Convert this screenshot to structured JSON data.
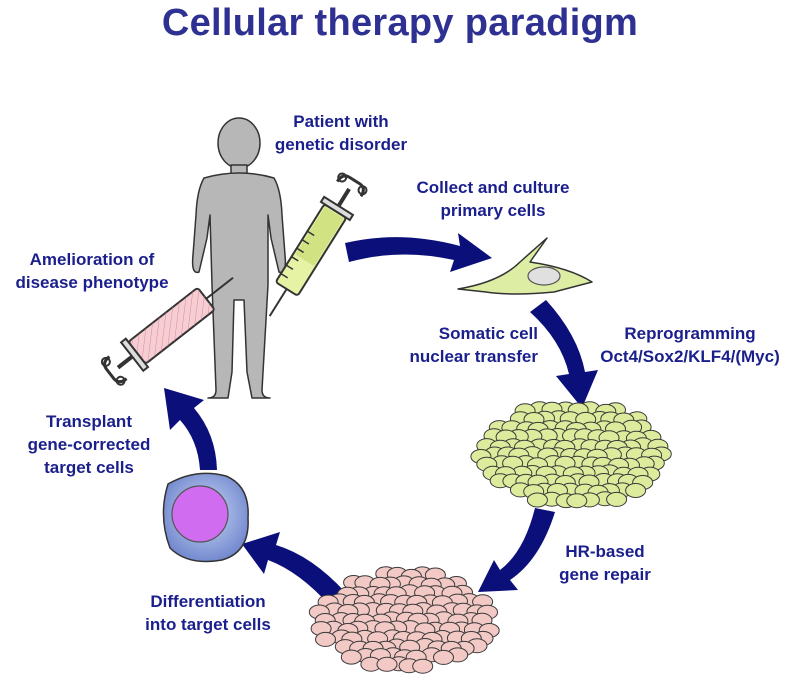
{
  "title": "Cellular therapy paradigm",
  "labels": {
    "patient": [
      "Patient with",
      "genetic disorder"
    ],
    "collect": [
      "Collect and culture",
      "primary cells"
    ],
    "amelioration": [
      "Amelioration of",
      "disease phenotype"
    ],
    "somatic": [
      "Somatic cell",
      "nuclear transfer"
    ],
    "reprogramming": [
      "Reprogramming",
      "Oct4/Sox2/KLF4/(Myc)"
    ],
    "transplant": [
      "Transplant",
      "gene-corrected",
      "target cells"
    ],
    "hr_repair": [
      "HR-based",
      "gene repair"
    ],
    "differentiation": [
      "Differentiation",
      "into target cells"
    ]
  },
  "colors": {
    "title": "#2e3192",
    "label": "#1a1f8c",
    "arrow": "#0b0f7a",
    "human": "#b7b7b7",
    "fibroblast": "#ddeea4",
    "ips_cells": "#dcec9c",
    "corrected_cells": "#f2c9c5",
    "target_cell": "#7e93d6",
    "target_nucleus": "#d06cf0",
    "syringe_green": "#e6f2a4",
    "syringe_pink": "#f6cdd3"
  },
  "icons": [
    "human-figure-icon",
    "syringe-icon",
    "fibroblast-cell-icon",
    "cell-cluster-icon",
    "target-cell-icon",
    "curved-arrow-icon"
  ]
}
